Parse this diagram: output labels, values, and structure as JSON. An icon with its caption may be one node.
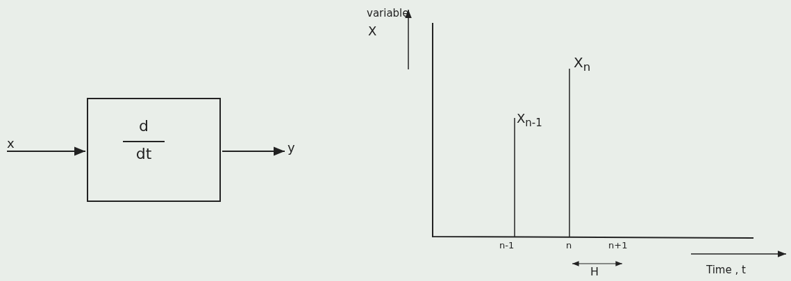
{
  "diagram": {
    "nodes": [
      {
        "text": [
          "x"
        ]
      },
      {
        "text": [
          "d",
          "dt"
        ]
      },
      {
        "text": [
          "y"
        ]
      }
    ],
    "edges": [
      {
        "from": 0,
        "to": 1,
        "arrow": "to"
      },
      {
        "from": 1,
        "to": 2,
        "arrow": "to"
      }
    ],
    "labels": [
      "variable",
      "X",
      "X$_{n}$",
      "X$_{n-1}$",
      "n-1",
      "n",
      "n+1",
      "H",
      "Time , t"
    ]
  }
}
